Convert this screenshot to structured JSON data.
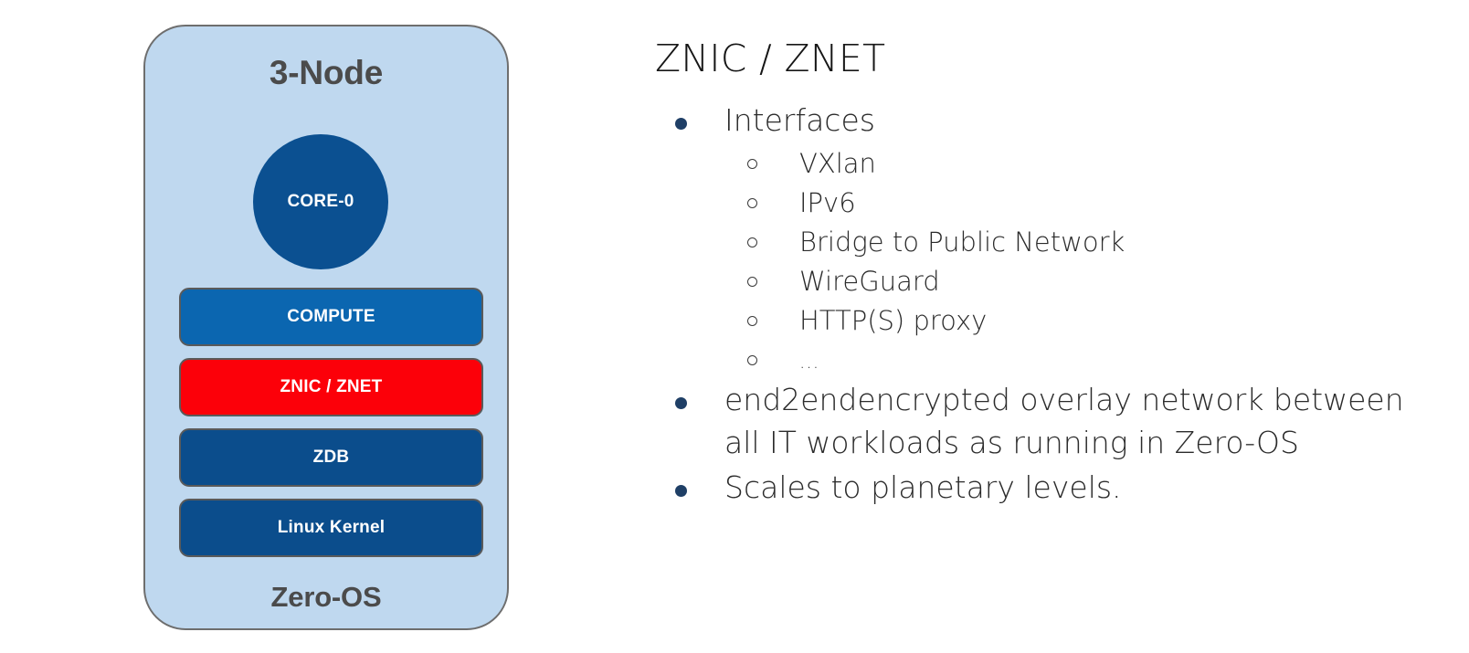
{
  "diagram": {
    "title": "3-Node",
    "footer": "Zero-OS",
    "core": {
      "label": "CORE-0",
      "color": "#0b5091"
    },
    "layers": [
      {
        "label": "COMPUTE",
        "color": "#0b66b0"
      },
      {
        "label": "ZNIC / ZNET",
        "color": "#fc0009"
      },
      {
        "label": "ZDB",
        "color": "#0b4d8c"
      },
      {
        "label": "Linux Kernel",
        "color": "#0b4d8c"
      }
    ],
    "container_fill": "#bfd8ef",
    "container_border": "#6e6e6e",
    "title_color": "#4b4b4b"
  },
  "content": {
    "title": "ZNIC / ZNET",
    "bullets": [
      {
        "text": "Interfaces",
        "sub": [
          "VXlan",
          "IPv6",
          "Bridge to Public Network",
          "WireGuard",
          "HTTP(S) proxy",
          "..."
        ]
      },
      {
        "text": "end2endencrypted overlay network between all IT workloads as running in Zero-OS",
        "sub": []
      },
      {
        "text": "Scales to planetary levels.",
        "sub": []
      }
    ],
    "bullet_color": "#1f3f66",
    "sub_bullet_color": "#3a3a3a",
    "text_color": "#2b2b2b"
  }
}
